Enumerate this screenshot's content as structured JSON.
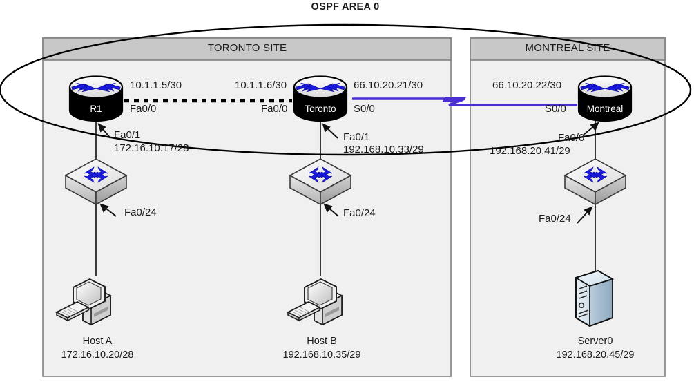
{
  "diagram": {
    "title": "OSPF AREA 0",
    "type": "network-topology",
    "colors": {
      "site_header_fill": "#c8c8c8",
      "site_body_fill": "#f0f0f0",
      "site_border": "#808080",
      "serial_link": "#4b2fd4",
      "ethernet_link": "#000000",
      "router_body": "#000000",
      "icon_arrow": "#1a1ae0",
      "text": "#1a1a1a"
    },
    "sites": [
      {
        "name": "toronto-site",
        "label": "TORONTO SITE"
      },
      {
        "name": "montreal-site",
        "label": "MONTREAL SITE"
      }
    ],
    "routers": [
      {
        "name": "r1",
        "label": "R1"
      },
      {
        "name": "toronto",
        "label": "Toronto"
      },
      {
        "name": "montreal",
        "label": "Montreal"
      }
    ],
    "switches": [
      {
        "name": "toronto-switch-a"
      },
      {
        "name": "toronto-switch-b"
      },
      {
        "name": "montreal-switch"
      }
    ],
    "links": [
      {
        "name": "r1-toronto-ethernet",
        "style": "dashed",
        "left_ip": "10.1.1.5/30",
        "left_iface": "Fa0/0",
        "right_ip": "10.1.1.6/30",
        "right_iface": "Fa0/0"
      },
      {
        "name": "toronto-montreal-serial",
        "style": "serial",
        "left_ip": "66.10.20.21/30",
        "left_iface": "S0/0",
        "right_ip": "66.10.20.22/30",
        "right_iface": "S0/0"
      }
    ],
    "lan_segments": [
      {
        "name": "host-a-segment",
        "router_iface": "Fa0/1",
        "router_ip": "172.16.10.17/28",
        "switch_port": "Fa0/24",
        "endpoint_label": "Host A",
        "endpoint_ip": "172.16.10.20/28",
        "endpoint_type": "pc"
      },
      {
        "name": "host-b-segment",
        "router_iface": "Fa0/1",
        "router_ip": "192.168.10.33/29",
        "switch_port": "Fa0/24",
        "endpoint_label": "Host B",
        "endpoint_ip": "192.168.10.35/29",
        "endpoint_type": "pc"
      },
      {
        "name": "server0-segment",
        "router_iface": "Fa0/0",
        "router_ip": "192.168.20.41/29",
        "switch_port": "Fa0/24",
        "endpoint_label": "Server0",
        "endpoint_ip": "192.168.20.45/29",
        "endpoint_type": "server"
      }
    ],
    "area_boundary": {
      "name": "ospf-area-0-ellipse",
      "shape": "ellipse"
    }
  }
}
